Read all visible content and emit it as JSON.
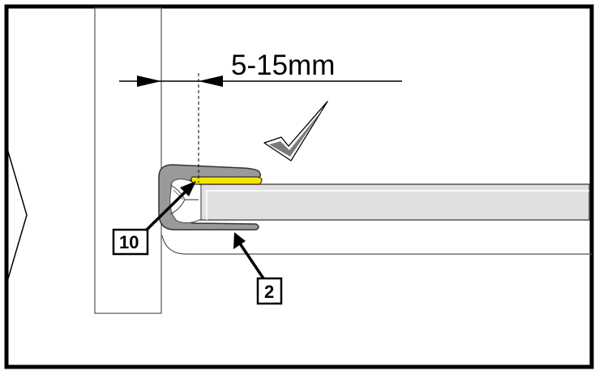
{
  "dimension": {
    "label": "5-15mm"
  },
  "callouts": [
    {
      "label": "10"
    },
    {
      "label": "2"
    }
  ],
  "colors": {
    "frame": "#000000",
    "panel_fill": "#e0e0e0",
    "panel_stroke": "#555555",
    "profile_fill": "#9a9a9a",
    "profile_stroke": "#333333",
    "seal_fill": "#f5e400",
    "wall_stroke": "#555555"
  },
  "icons": {
    "approval": "check-mark-icon",
    "direction": "chevron-right-icon"
  }
}
